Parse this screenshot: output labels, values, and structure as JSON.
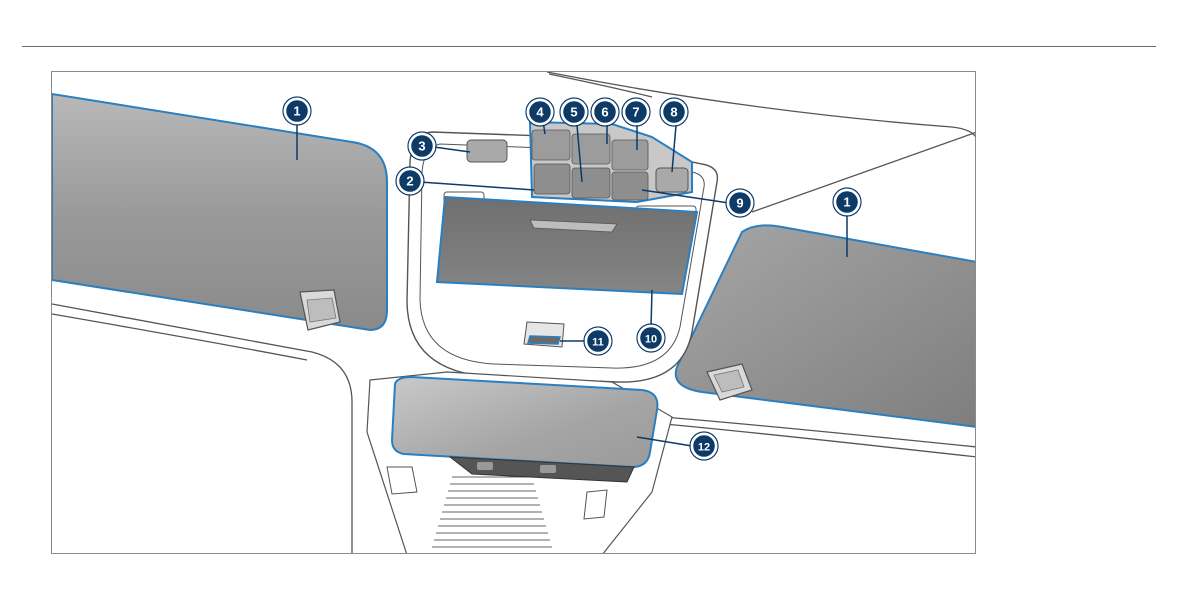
{
  "colors": {
    "callout_fill": "#0d3a66",
    "callout_ring": "#ffffff",
    "highlight": "#2a7fc0",
    "panel_gray": "#8c8c8c",
    "line_gray": "#5a5a5a"
  },
  "callouts": [
    {
      "label": "1",
      "target": "sun-visor-left"
    },
    {
      "label": "1",
      "target": "sun-visor-right"
    },
    {
      "label": "2",
      "target": "button"
    },
    {
      "label": "3",
      "target": "button"
    },
    {
      "label": "4",
      "target": "button"
    },
    {
      "label": "5",
      "target": "button"
    },
    {
      "label": "6",
      "target": "button"
    },
    {
      "label": "7",
      "target": "button"
    },
    {
      "label": "8",
      "target": "button"
    },
    {
      "label": "9",
      "target": "button"
    },
    {
      "label": "10",
      "target": "glasses-compartment"
    },
    {
      "label": "11",
      "target": "switch"
    },
    {
      "label": "12",
      "target": "rear-view-mirror"
    }
  ]
}
